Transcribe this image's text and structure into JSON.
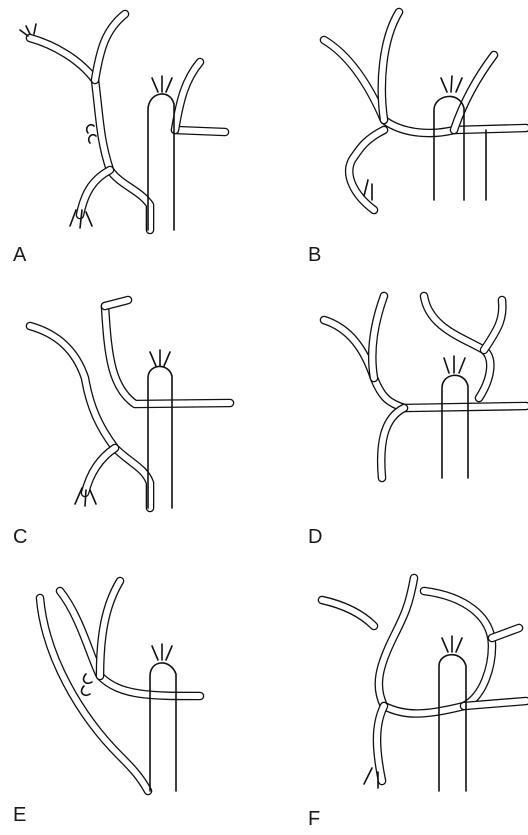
{
  "panels": [
    {
      "label": "A",
      "variant": "standard"
    },
    {
      "label": "B",
      "variant": "common-trunk"
    },
    {
      "label": "C",
      "variant": "separate-origin"
    },
    {
      "label": "D",
      "variant": "looping"
    },
    {
      "label": "E",
      "variant": "low-branch"
    },
    {
      "label": "F",
      "variant": "ring"
    }
  ],
  "colors": {
    "stroke": "#111111",
    "background": "#ffffff",
    "label": "#1a1a1a"
  }
}
